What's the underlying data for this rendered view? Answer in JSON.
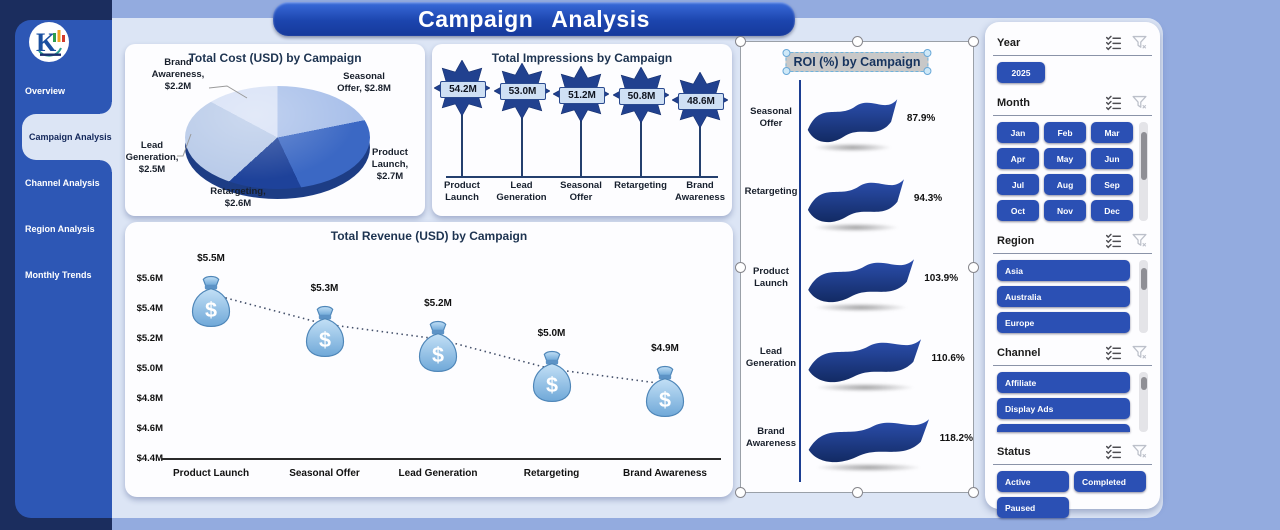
{
  "app": {
    "title": "Campaign Analysis"
  },
  "sidebar": {
    "nav": [
      {
        "label": "Overview",
        "active": false
      },
      {
        "label": "Campaign Analysis",
        "active": true
      },
      {
        "label": "Channel Analysis",
        "active": false
      },
      {
        "label": "Region Analysis",
        "active": false
      },
      {
        "label": "Monthly Trends",
        "active": false
      }
    ]
  },
  "colors": {
    "accent_button": "#2b50b4",
    "sidebar": "#2d57b5",
    "navy_strip": "#1b2d5e",
    "panel": "#dce5f5",
    "root_background": "#93abdf",
    "star": "#21418f",
    "wave_top": "#2c4fae",
    "wave_bottom": "#122a63",
    "money_bag": "#8fbce4"
  },
  "chart_data": [
    {
      "id": "cost",
      "type": "pie",
      "title": "Total Cost (USD) by Campaign",
      "categories": [
        "Seasonal Offer",
        "Product Launch",
        "Retargeting",
        "Lead Generation",
        "Brand Awareness"
      ],
      "values": [
        2.8,
        2.7,
        2.6,
        2.5,
        2.2
      ],
      "unit": "USD millions",
      "slice_colors": [
        "#a9c0ea",
        "#3b68c4",
        "#1e429a",
        "#b9cbe9",
        "#d7e1f6"
      ],
      "labels": [
        "Seasonal\nOffer, $2.8M",
        "Product\nLaunch,\n$2.7M",
        "Retargeting,\n$2.6M",
        "Lead\nGeneration,\n$2.5M",
        "Brand\nAwareness,\n$2.2M"
      ]
    },
    {
      "id": "impressions",
      "type": "bar",
      "title": "Total Impressions by Campaign",
      "categories": [
        "Product\nLaunch",
        "Lead\nGeneration",
        "Seasonal\nOffer",
        "Retargeting",
        "Brand\nAwareness"
      ],
      "values": [
        54.2,
        53.0,
        51.2,
        50.8,
        48.6
      ],
      "value_labels": [
        "54.2M",
        "53.0M",
        "51.2M",
        "50.8M",
        "48.6M"
      ],
      "unit": "millions of impressions"
    },
    {
      "id": "revenue",
      "type": "line",
      "title": "Total Revenue (USD) by Campaign",
      "categories": [
        "Product Launch",
        "Seasonal Offer",
        "Lead Generation",
        "Retargeting",
        "Brand Awareness"
      ],
      "values": [
        5.5,
        5.3,
        5.2,
        5.0,
        4.9
      ],
      "value_labels": [
        "$5.5M",
        "$5.3M",
        "$5.2M",
        "$5.0M",
        "$4.9M"
      ],
      "yticks": [
        "$5.6M",
        "$5.4M",
        "$5.2M",
        "$5.0M",
        "$4.8M",
        "$4.6M",
        "$4.4M"
      ],
      "ylim": [
        4.4,
        5.6
      ],
      "unit": "USD millions"
    },
    {
      "id": "roi",
      "type": "bar",
      "orientation": "horizontal",
      "title": "ROI (%) by Campaign",
      "categories": [
        "Seasonal\nOffer",
        "Retargeting",
        "Product\nLaunch",
        "Lead\nGeneration",
        "Brand\nAwareness"
      ],
      "values": [
        87.9,
        94.3,
        103.9,
        110.6,
        118.2
      ],
      "value_labels": [
        "87.9%",
        "94.3%",
        "103.9%",
        "110.6%",
        "118.2%"
      ],
      "selected": true
    }
  ],
  "filters": [
    {
      "title": "Year",
      "layout": "inline",
      "items": [
        "2025"
      ]
    },
    {
      "title": "Month",
      "layout": "grid3",
      "items": [
        "Jan",
        "Feb",
        "Mar",
        "Apr",
        "May",
        "Jun",
        "Jul",
        "Aug",
        "Sep",
        "Oct",
        "Nov",
        "Dec"
      ],
      "scrollbar": {
        "thumb_top": 10,
        "thumb_height": 48
      }
    },
    {
      "title": "Region",
      "layout": "full",
      "items": [
        "Asia",
        "Australia",
        "Europe"
      ],
      "scrollbar": {
        "thumb_top": 8,
        "thumb_height": 22
      }
    },
    {
      "title": "Channel",
      "layout": "full",
      "items": [
        "Affiliate",
        "Display Ads"
      ],
      "partial_item": true,
      "scrollbar": {
        "thumb_top": 5,
        "thumb_height": 13
      }
    },
    {
      "title": "Status",
      "layout": "grid2",
      "items": [
        "Active",
        "Completed",
        "Paused"
      ]
    }
  ]
}
